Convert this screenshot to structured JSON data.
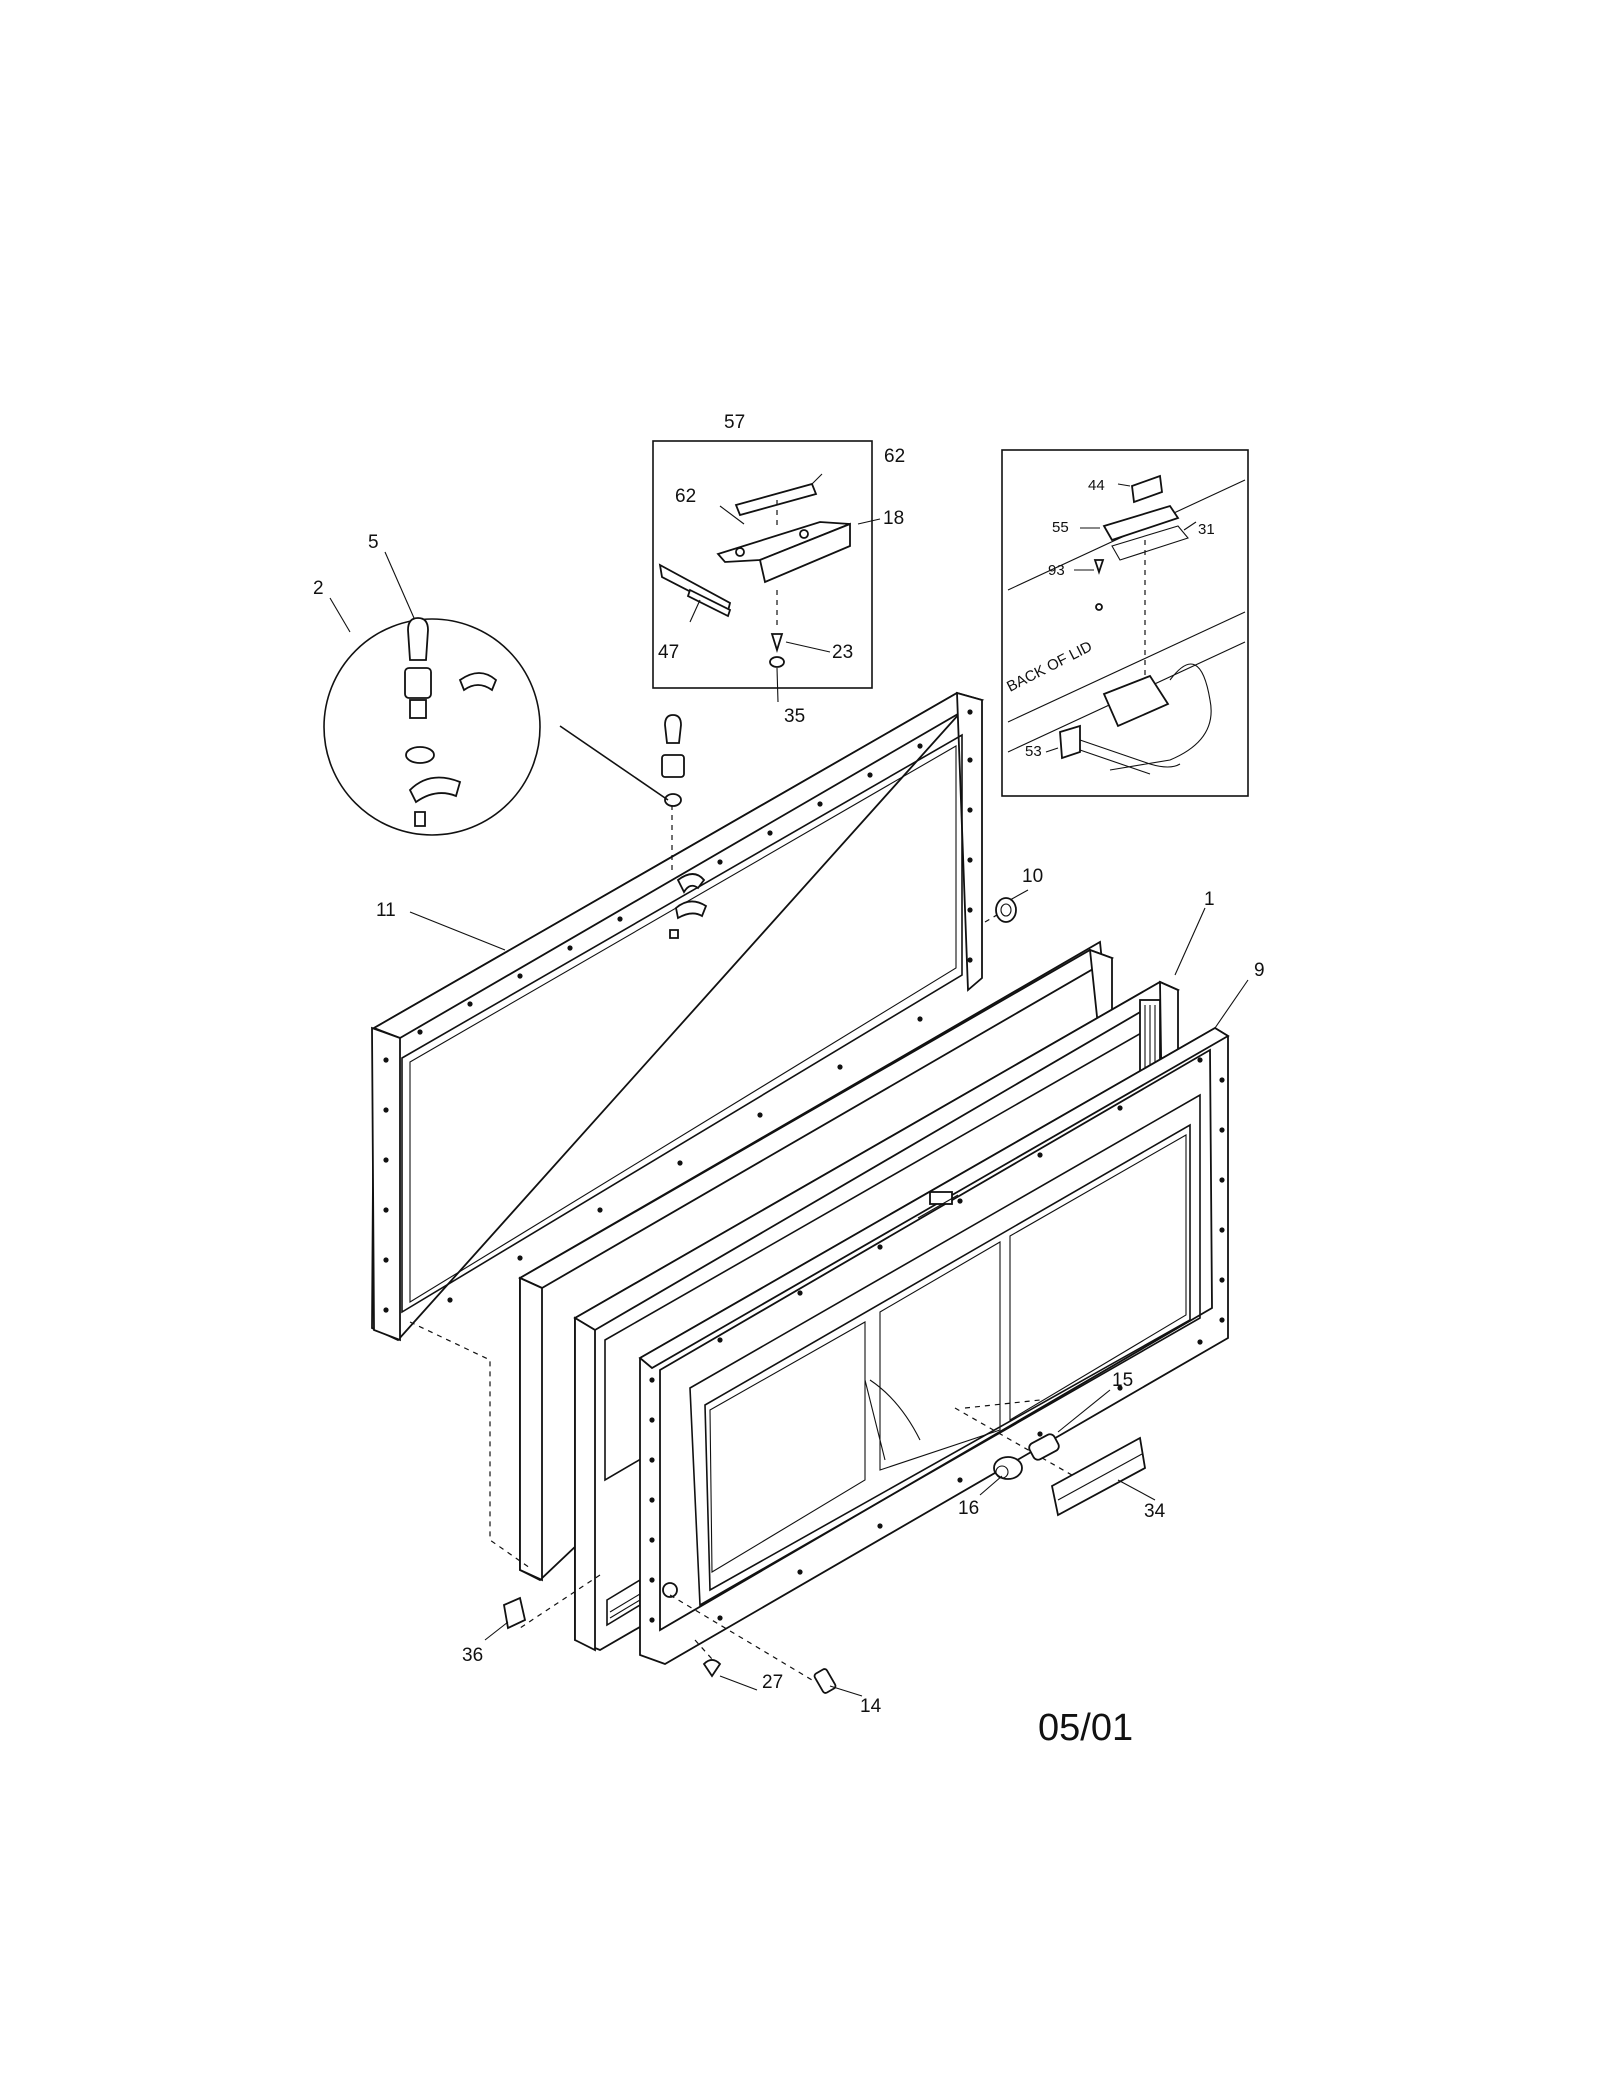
{
  "callouts": {
    "c1": "1",
    "c2": "2",
    "c5": "5",
    "c9": "9",
    "c10": "10",
    "c11": "11",
    "c14": "14",
    "c15": "15",
    "c16": "16",
    "c18": "18",
    "c23": "23",
    "c27": "27",
    "c31": "31",
    "c34": "34",
    "c35": "35",
    "c36": "36",
    "c44": "44",
    "c47": "47",
    "c53": "53",
    "c55": "55",
    "c57": "57",
    "c62a": "62",
    "c62b": "62",
    "c93": "93"
  },
  "inset_text": "BACK OF LID",
  "date_code": "05/01"
}
